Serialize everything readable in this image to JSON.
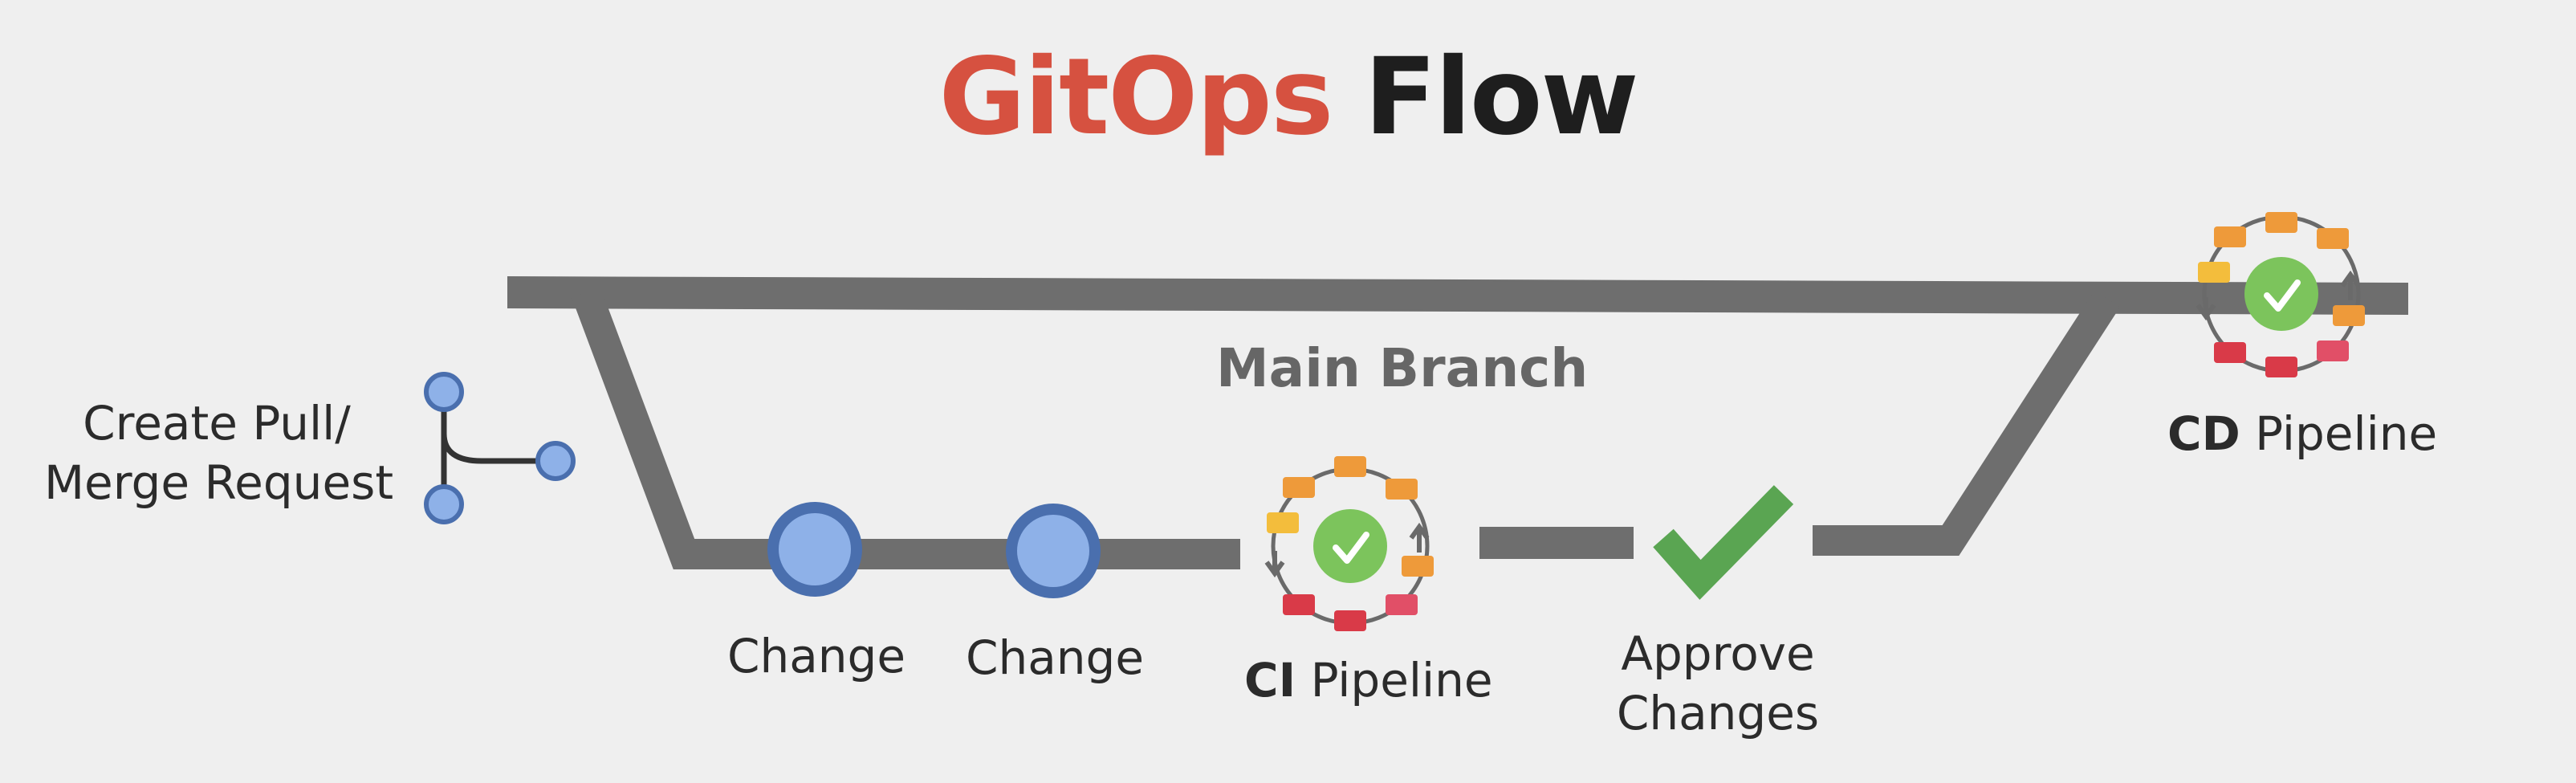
{
  "title": {
    "part1": "GitOps",
    "part2": "Flow"
  },
  "labels": {
    "main_branch": "Main Branch",
    "pr_line1": "Create Pull/",
    "pr_line2": "Merge Request",
    "change1": "Change",
    "change2": "Change",
    "ci_bold": "CI",
    "ci_rest": " Pipeline",
    "approve_line1": "Approve",
    "approve_line2": "Changes",
    "cd_bold": "CD",
    "cd_rest": " Pipeline"
  },
  "colors": {
    "background": "#efefef",
    "title_accent": "#d65140",
    "title_dark": "#1e1e1e",
    "branch_line": "#6e6e6e",
    "commit_fill": "#8eb1e8",
    "commit_stroke": "#4a6fae",
    "check_green": "#5aa552",
    "pipeline_center": "#7cc45c",
    "pipeline_orange": "#ee9a3a",
    "pipeline_yellow": "#f3bd3c",
    "pipeline_red": "#d93a48",
    "pipeline_pink": "#e14f67"
  },
  "icons": [
    "merge-request-icon",
    "commit-node-icon",
    "pipeline-cycle-icon",
    "checkmark-icon"
  ]
}
